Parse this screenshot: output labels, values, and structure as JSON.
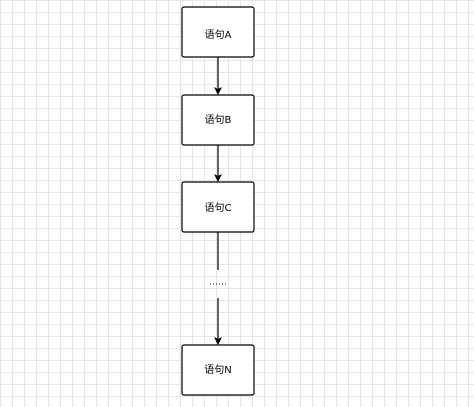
{
  "diagram": {
    "nodes": [
      {
        "id": "a",
        "label": "语句A"
      },
      {
        "id": "b",
        "label": "语句B"
      },
      {
        "id": "c",
        "label": "语句C"
      },
      {
        "id": "n",
        "label": "语句N"
      }
    ],
    "ellipsis": "……"
  },
  "colors": {
    "stroke": "#000000",
    "grid": "#e6e6e6",
    "background": "#ffffff"
  }
}
